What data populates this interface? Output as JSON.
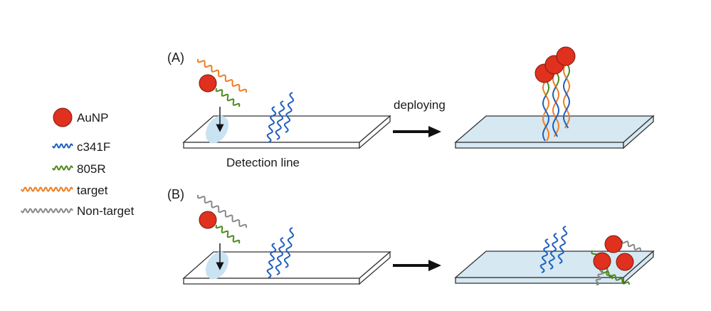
{
  "legend": {
    "items": [
      {
        "key": "aunp",
        "label": "AuNP",
        "color": "#e0301e"
      },
      {
        "key": "c341f",
        "label": "c341F",
        "color": "#1f5fbf"
      },
      {
        "key": "r805",
        "label": "805R",
        "color": "#4d8a1e"
      },
      {
        "key": "target",
        "label": "target",
        "color": "#ee7d21"
      },
      {
        "key": "nontarget",
        "label": "Non-target",
        "color": "#888888"
      }
    ]
  },
  "panels": {
    "a_label": "(A)",
    "b_label": "(B)"
  },
  "detection_line_label": "Detection line",
  "arrow_label": "deploying",
  "colors": {
    "strip_plain": "#ffffff",
    "strip_result": "#d6e8f2",
    "strip_edge": "#333333",
    "spot": "#c9e3f3",
    "particle": "#e0301e"
  }
}
